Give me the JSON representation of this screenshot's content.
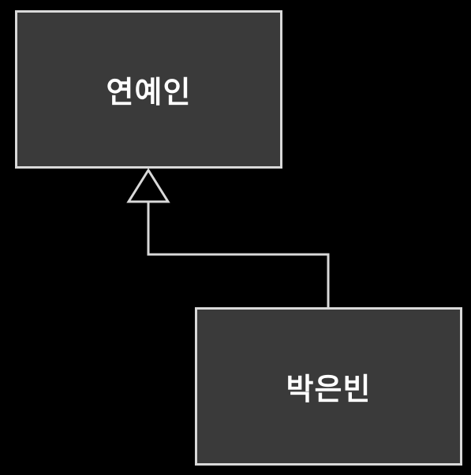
{
  "diagram": {
    "type": "inheritance",
    "nodes": [
      {
        "id": "parent",
        "label": "연예인"
      },
      {
        "id": "child",
        "label": "박은빈"
      }
    ],
    "edges": [
      {
        "from": "child",
        "to": "parent",
        "kind": "generalization"
      }
    ]
  },
  "colors": {
    "background": "#000000",
    "node_fill": "#3a3a3a",
    "node_border": "#d9d9d9",
    "text": "#ffffff",
    "line": "#d9d9d9"
  }
}
